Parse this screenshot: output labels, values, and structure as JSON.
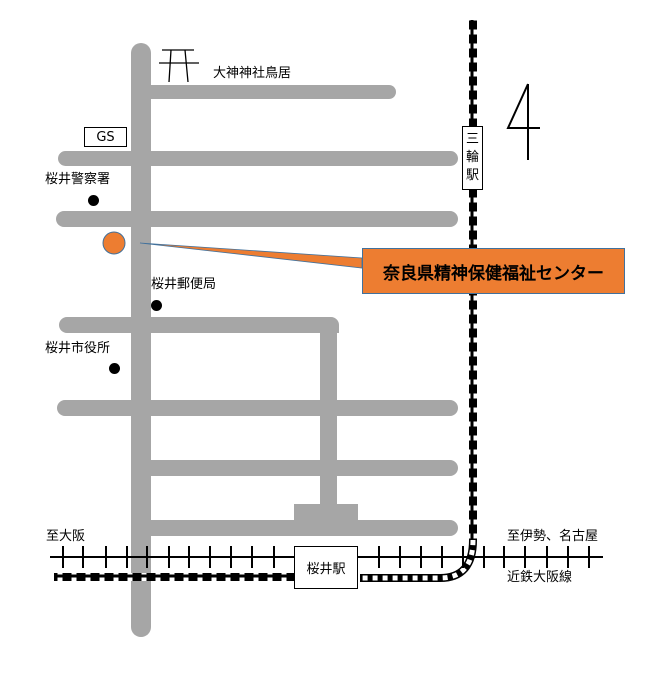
{
  "map": {
    "destination": {
      "label": "奈良県精神保健福祉センター",
      "marker_color": "#ed7d31",
      "callout_color": "#ed7d31",
      "callout_border": "#41719c"
    },
    "landmarks": {
      "shrine_gate": "大神神社鳥居",
      "gas_station": "GS",
      "police": "桜井警察署",
      "post_office": "桜井郵便局",
      "city_hall": "桜井市役所"
    },
    "stations": {
      "sakurai": "桜井駅",
      "miwa": "三輪駅",
      "miwa_chars": [
        "三",
        "輪",
        "駅"
      ]
    },
    "directions": {
      "to_osaka": "至大阪",
      "to_ise_nagoya": "至伊勢、名古屋",
      "kintetsu_line": "近鉄大阪線"
    },
    "north_marker": "4",
    "colors": {
      "road": "#a6a6a6",
      "rail_dark": "#000000",
      "rail_light": "#ffffff"
    }
  }
}
